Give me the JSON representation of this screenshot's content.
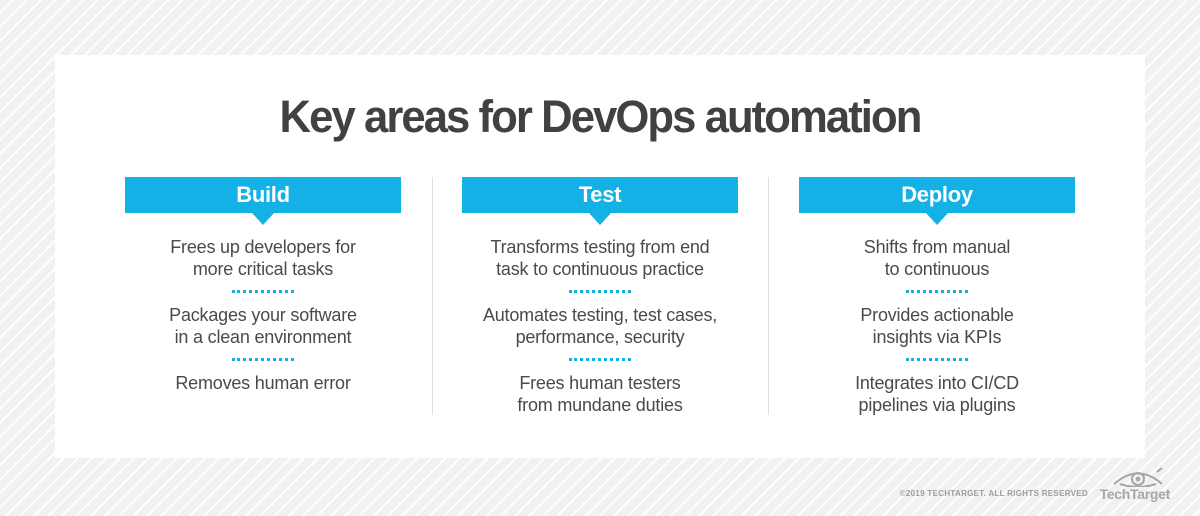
{
  "title": "Key areas for DevOps automation",
  "columns": [
    {
      "header": "Build",
      "items": [
        "Frees up developers for\nmore critical tasks",
        "Packages your software\nin a clean environment",
        "Removes human error"
      ]
    },
    {
      "header": "Test",
      "items": [
        "Transforms testing from end\ntask to continuous practice",
        "Automates testing, test cases,\nperformance, security",
        "Frees human testers\nfrom mundane duties"
      ]
    },
    {
      "header": "Deploy",
      "items": [
        "Shifts from manual\nto continuous",
        "Provides actionable\ninsights via KPIs",
        "Integrates into CI/CD\npipelines via plugins"
      ]
    }
  ],
  "footer": {
    "copyright": "©2019 TECHTARGET. ALL RIGHTS RESERVED",
    "logo_text": "TechTarget"
  },
  "colors": {
    "accent_cyan": "#14b1e7",
    "title_gray": "#414042",
    "body_text_gray": "#4a4a4a",
    "divider_gray": "#dedede",
    "footer_gray": "#9c9c9c",
    "background_stripe": "#f1f1f2"
  }
}
